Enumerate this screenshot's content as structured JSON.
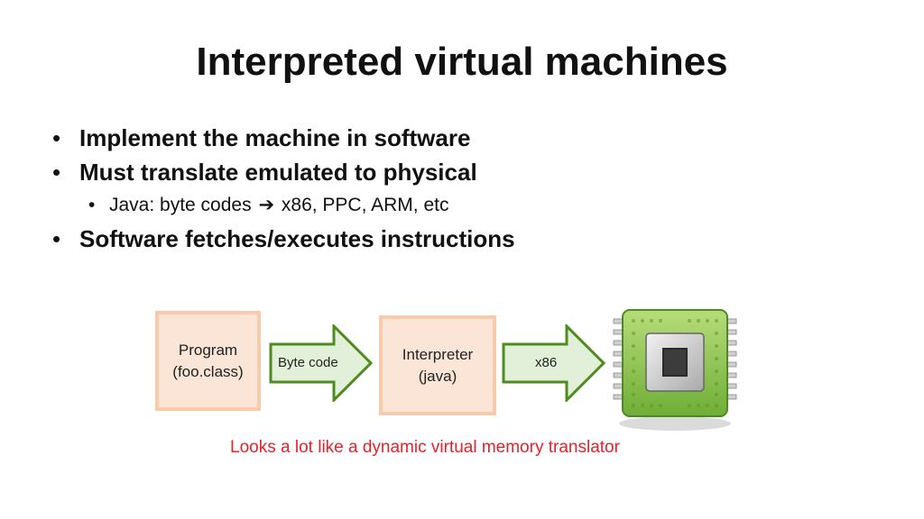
{
  "slide": {
    "title": "Interpreted virtual machines",
    "bullets": {
      "b1": "Implement the machine in software",
      "b2": "Must translate emulated to physical",
      "sub_left": "Java: byte codes",
      "sub_right": "x86, PPC, ARM, etc",
      "b3": "Software fetches/executes instructions"
    },
    "diagram": {
      "program_line1": "Program",
      "program_line2": "(foo.class)",
      "arrow1_label": "Byte code",
      "interpreter_line1": "Interpreter",
      "interpreter_line2": "(java)",
      "arrow2_label": "x86"
    },
    "caption": "Looks a lot like a dynamic virtual memory translator"
  },
  "colors": {
    "box_fill": "#fbe5d6",
    "box_border": "#f8cbad",
    "arrow_fill": "#e2efd9",
    "arrow_border": "#4e8c1e",
    "caption": "#e0242a"
  },
  "icons": {
    "bullet": "bullet-dot",
    "transition": "right-arrow-icon",
    "processor": "cpu-chip-icon"
  }
}
